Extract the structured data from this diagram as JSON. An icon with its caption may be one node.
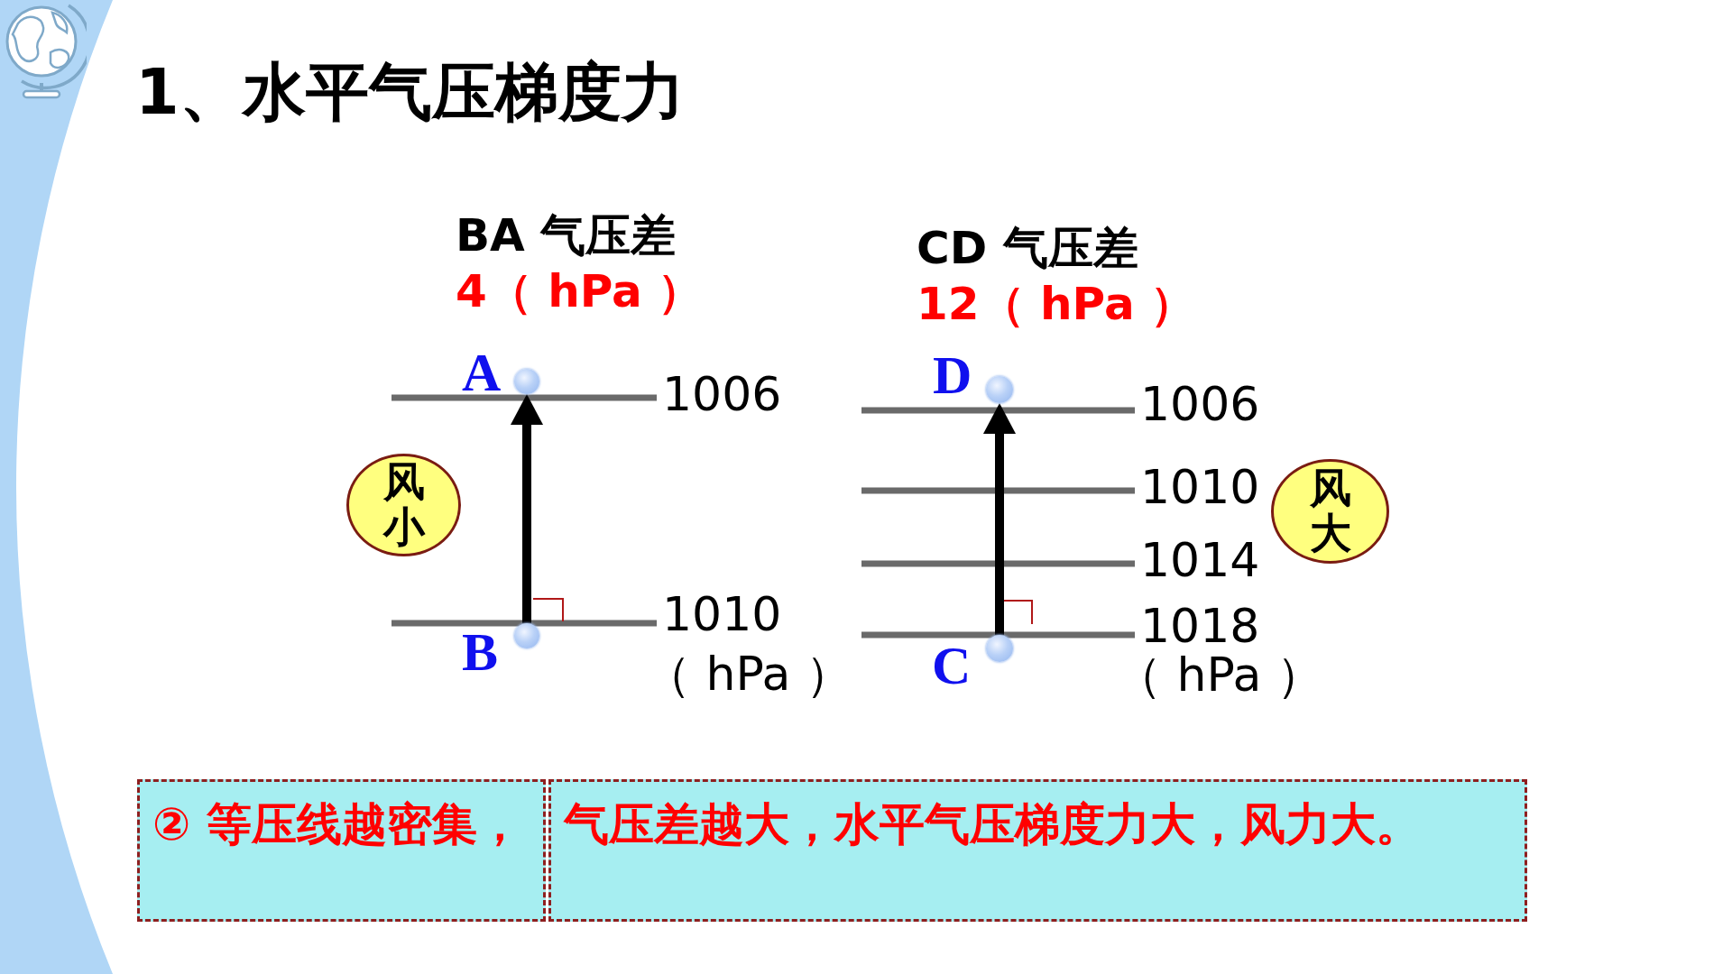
{
  "diagram": {
    "title": "1、水平气压梯度力",
    "nodes": [
      {
        "text": [],
        "shape": "circle",
        "beside": [
          "A"
        ]
      },
      {
        "text": [
          "风小"
        ]
      },
      {
        "text": [],
        "shape": "circle",
        "beside": [
          "B"
        ]
      },
      {
        "text": [],
        "shape": "circle",
        "beside": [
          "D"
        ]
      },
      {
        "text": [
          "风大"
        ]
      },
      {
        "text": [],
        "shape": "circle",
        "beside": [
          "C"
        ]
      },
      {
        "text": [
          "② 等压线越密集，"
        ]
      },
      {
        "text": [
          "气压差越大，水平气压梯度力大，风力大。"
        ]
      }
    ],
    "edges": [
      {
        "from": 2,
        "to": 0,
        "arrow": "to"
      },
      {
        "from": 5,
        "to": 3,
        "arrow": "to"
      }
    ],
    "labels": [
      "BA 气压差",
      "4（ hPa ）",
      "1006",
      "1010",
      "（ hPa ）",
      "CD 气压差",
      "12（ hPa ）",
      "1006",
      "1010",
      "1014",
      "1018",
      "（ hPa ）"
    ]
  }
}
